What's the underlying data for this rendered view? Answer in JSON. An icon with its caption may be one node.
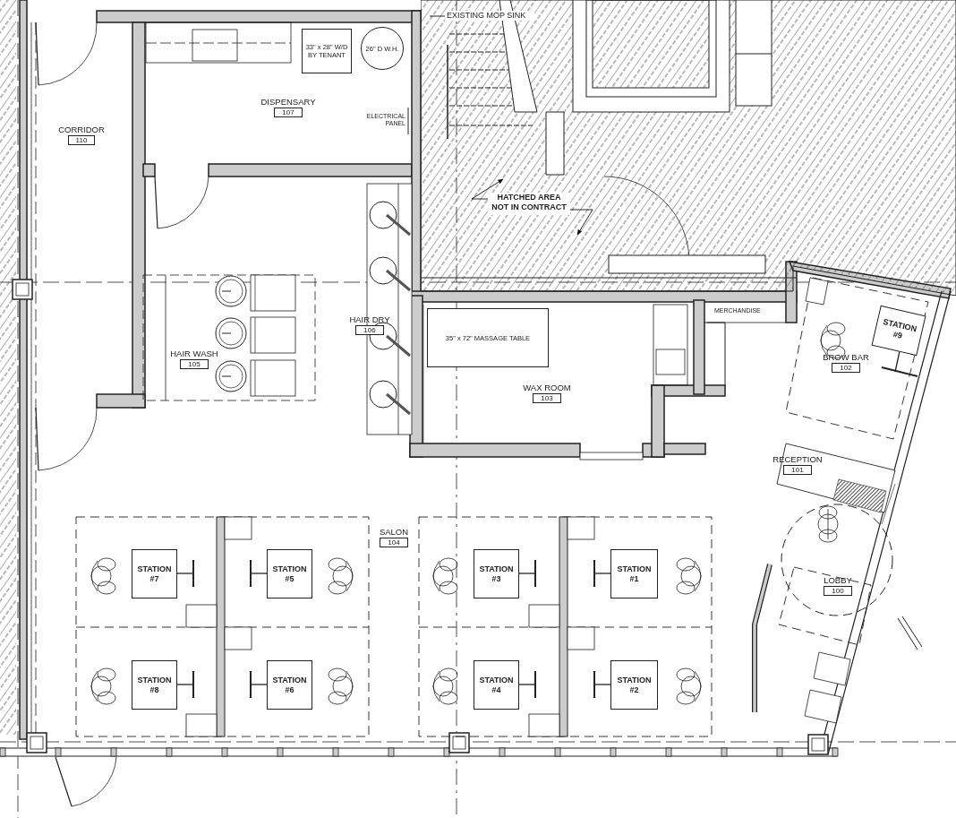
{
  "diagram": {
    "nodes": [
      {
        "text": [
          "EXISTING MOP SINK"
        ],
        "in": 1
      },
      {
        "text": [],
        "shape": "box"
      },
      {
        "text": [
          "33\" x 28\" W/D BY TENANT"
        ]
      },
      {
        "text": [
          "26\" D W.H."
        ]
      },
      {
        "text": [
          "DISPENSARY",
          "107"
        ]
      },
      {
        "text": [
          "CORRIDOR",
          "110"
        ]
      },
      {
        "text": [
          "HATCHED AREA NOT IN CONTRACT"
        ],
        "in": 1
      },
      {
        "text": [
          "35\" x 72\" MASSAGE TABLE"
        ]
      },
      {
        "text": [
          "HAIR DRY",
          "106"
        ]
      },
      {
        "text": [
          "STATION #9"
        ]
      },
      {
        "text": [
          "HAIR WASH",
          "105"
        ]
      },
      {
        "text": [
          "BROW BAR",
          "102"
        ]
      },
      {
        "text": [
          "WAX ROOM",
          "103"
        ]
      },
      {
        "text": [
          "RECEPTION",
          "101"
        ]
      },
      {
        "text": [
          "SALON",
          "104"
        ]
      },
      {
        "text": [
          "STATION #7"
        ]
      },
      {
        "text": [
          "STATION #5"
        ]
      },
      {
        "text": [
          "STATION #3"
        ]
      },
      {
        "text": [
          "STATION #1"
        ]
      },
      {
        "text": [
          "LOBBY",
          "100"
        ]
      },
      {
        "text": [
          "STATION #8"
        ]
      },
      {
        "text": [
          "STATION #6"
        ]
      },
      {
        "text": [
          "STATION #4"
        ]
      },
      {
        "text": [
          "STATION #2"
        ]
      }
    ],
    "edges": [
      {
        "from": 0,
        "to": null,
        "arrow": "none"
      },
      {
        "from": 6,
        "to": 1,
        "arrow": "to"
      },
      {
        "from": 6,
        "to": 1,
        "arrow": "to"
      }
    ],
    "labels": [
      "ELECTRICAL PANEL",
      "MERCHANDISE"
    ]
  }
}
